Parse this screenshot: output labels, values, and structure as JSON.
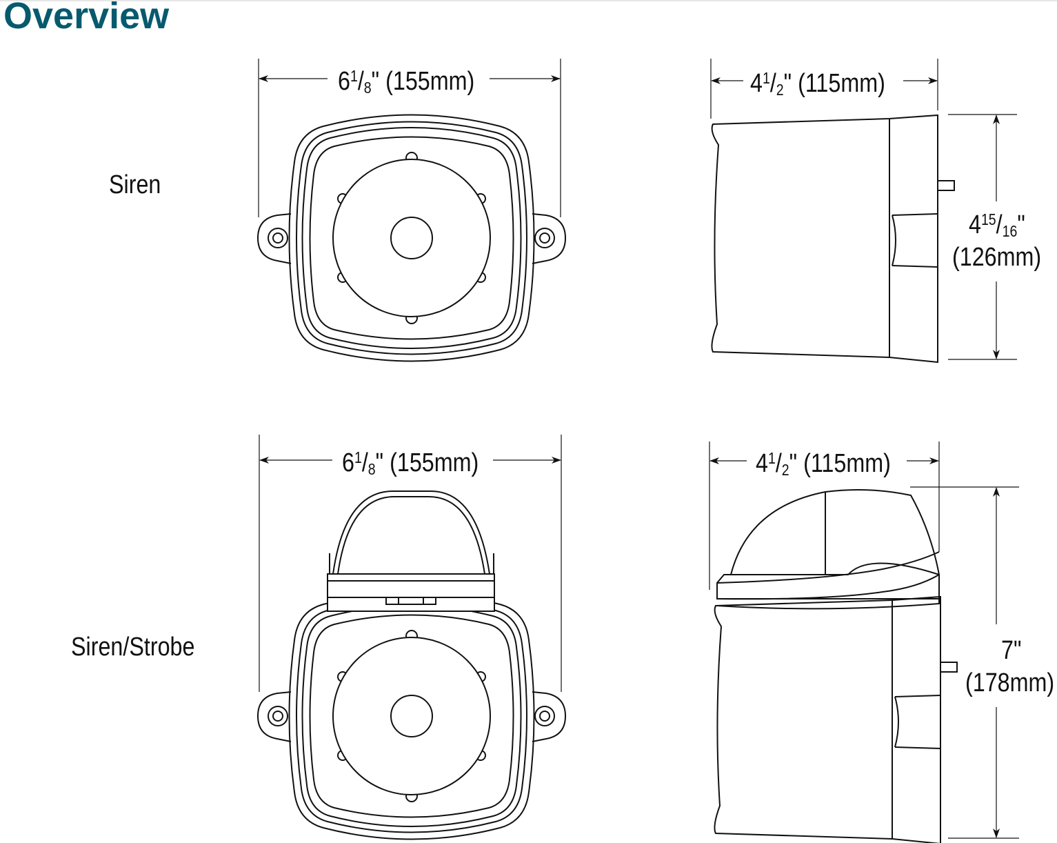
{
  "title": "Overview",
  "rows": [
    {
      "label": "Siren",
      "width_dim": {
        "whole": "6",
        "num": "1",
        "den": "8",
        "unit": "\"",
        "metric": "(155mm)"
      },
      "depth_dim": {
        "whole": "4",
        "num": "1",
        "den": "2",
        "unit": "\"",
        "metric": "(115mm)"
      },
      "height_dim": {
        "whole": "4",
        "num": "15",
        "den": "16",
        "unit": "\"",
        "metric": "(126mm)"
      }
    },
    {
      "label": "Siren/Strobe",
      "width_dim": {
        "whole": "6",
        "num": "1",
        "den": "8",
        "unit": "\"",
        "metric": "(155mm)"
      },
      "depth_dim": {
        "whole": "4",
        "num": "1",
        "den": "2",
        "unit": "\"",
        "metric": "(115mm)"
      },
      "height_dim": {
        "whole": "7",
        "unit": "\"",
        "metric": "(178mm)"
      }
    }
  ],
  "colors": {
    "title": "#075a6e",
    "line": "#111111"
  }
}
